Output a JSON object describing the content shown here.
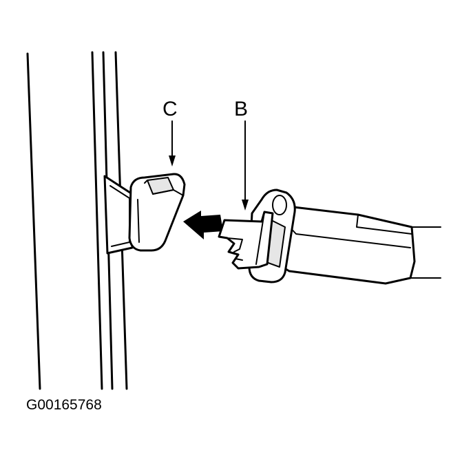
{
  "labels": {
    "c": "C",
    "b": "B"
  },
  "figure_id": "G00165768",
  "colors": {
    "line": "#000000",
    "background": "#ffffff",
    "shade": "#e6e6e6"
  }
}
